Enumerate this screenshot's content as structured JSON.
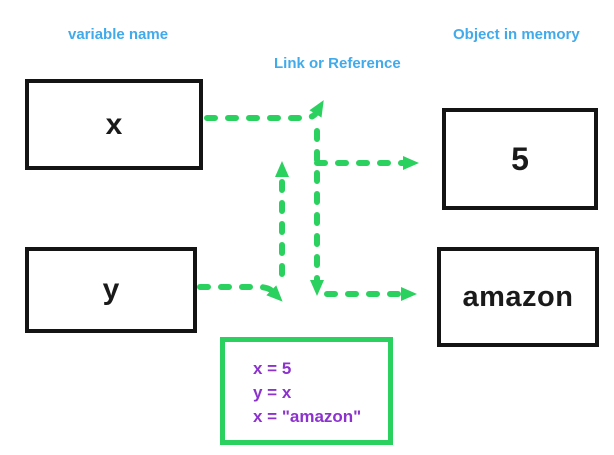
{
  "labels": {
    "variable_name": "variable name",
    "link_or_reference": "Link or Reference",
    "object_in_memory": "Object in memory"
  },
  "variables": [
    {
      "name": "x"
    },
    {
      "name": "y"
    }
  ],
  "objects": [
    {
      "value": "5"
    },
    {
      "value": "amazon"
    }
  ],
  "code_box": {
    "lines": [
      "x = 5",
      "y = x",
      "x = \"amazon\""
    ]
  },
  "colors": {
    "arrow_green": "#2bd15f",
    "label_blue": "#41aaeb",
    "code_purple": "#8c32cd",
    "box_border": "#141414",
    "background": "#ffffff"
  }
}
